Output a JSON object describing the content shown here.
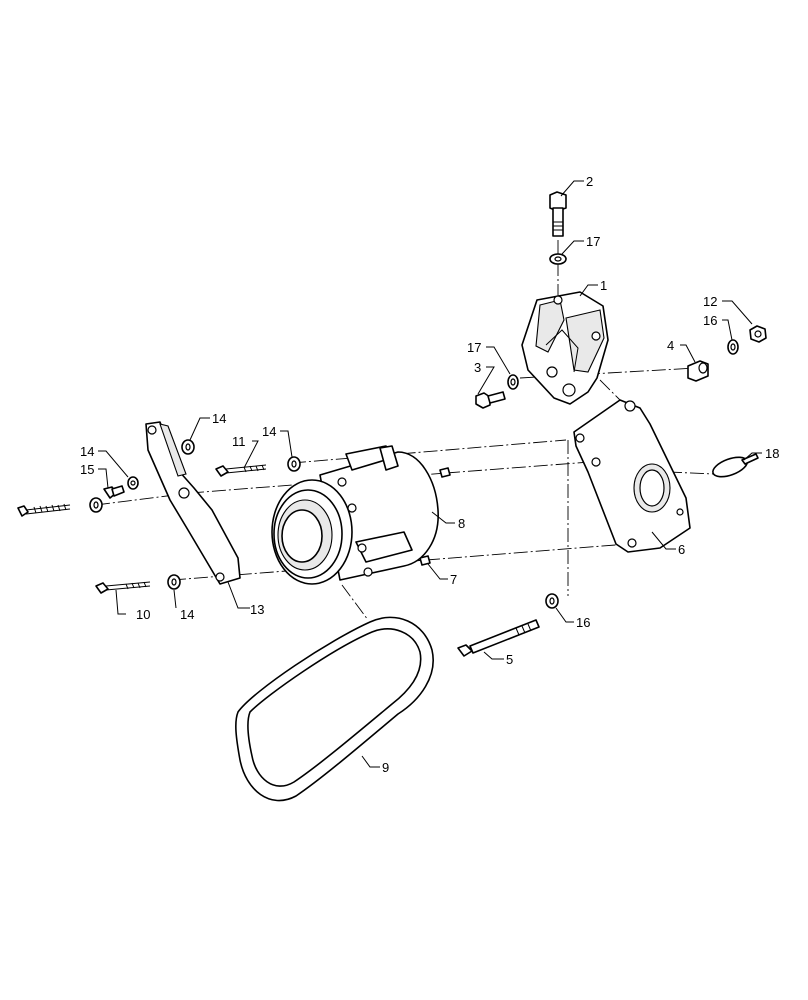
{
  "diagram": {
    "callouts": [
      {
        "id": "c2",
        "text": "2"
      },
      {
        "id": "c17a",
        "text": "17"
      },
      {
        "id": "c1",
        "text": "1"
      },
      {
        "id": "c12",
        "text": "12"
      },
      {
        "id": "c16a",
        "text": "16"
      },
      {
        "id": "c4",
        "text": "4"
      },
      {
        "id": "c17b",
        "text": "17"
      },
      {
        "id": "c3",
        "text": "3"
      },
      {
        "id": "c18",
        "text": "18"
      },
      {
        "id": "c14a",
        "text": "14"
      },
      {
        "id": "c14b",
        "text": "14"
      },
      {
        "id": "c11",
        "text": "11"
      },
      {
        "id": "c14c",
        "text": "14"
      },
      {
        "id": "c15",
        "text": "15"
      },
      {
        "id": "c8",
        "text": "8"
      },
      {
        "id": "c6",
        "text": "6"
      },
      {
        "id": "c7",
        "text": "7"
      },
      {
        "id": "c10",
        "text": "10"
      },
      {
        "id": "c14d",
        "text": "14"
      },
      {
        "id": "c13",
        "text": "13"
      },
      {
        "id": "c16b",
        "text": "16"
      },
      {
        "id": "c5",
        "text": "5"
      },
      {
        "id": "c9",
        "text": "9"
      }
    ]
  }
}
